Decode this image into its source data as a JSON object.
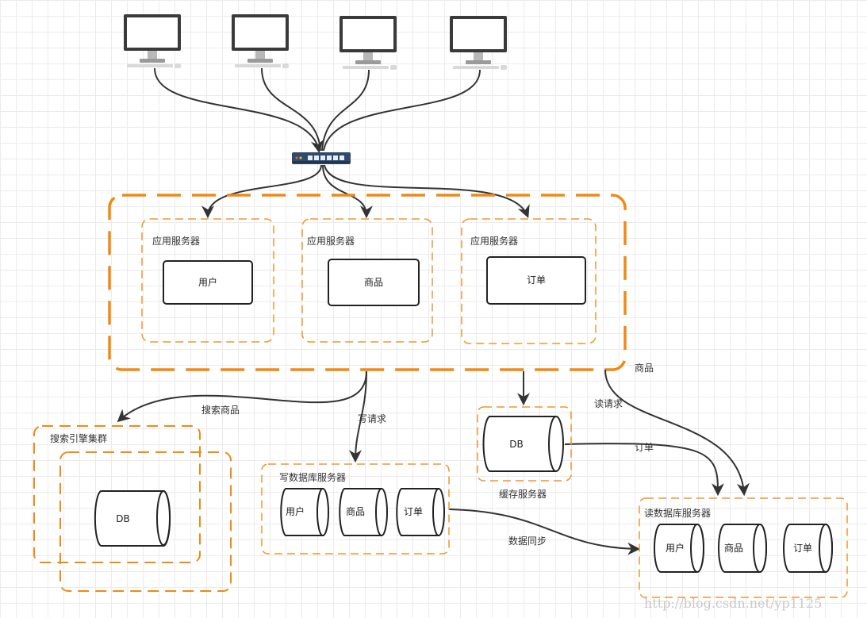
{
  "colors": {
    "orange": "#f0962e",
    "orange_bold": "#ef8a14",
    "edge": "#333333",
    "box_stroke": "#222222",
    "monitor_frame": "#3a3a3a",
    "switch_body": "#2f4a6b"
  },
  "icons": [
    "monitor-icon",
    "monitor-icon",
    "monitor-icon",
    "monitor-icon",
    "network-switch-icon"
  ],
  "app_cluster": {
    "servers": [
      {
        "title": "应用服务器",
        "module": "用户"
      },
      {
        "title": "应用服务器",
        "module": "商品"
      },
      {
        "title": "应用服务器",
        "module": "订单"
      }
    ]
  },
  "search_cluster": {
    "title": "搜索引擎集群",
    "db": "DB"
  },
  "write_db": {
    "title": "写数据库服务器",
    "tables": [
      "用户",
      "商品",
      "订单"
    ]
  },
  "cache": {
    "title": "缓存服务器",
    "db": "DB"
  },
  "read_db": {
    "title": "读数据库服务器",
    "tables": [
      "用户",
      "商品",
      "订单"
    ]
  },
  "edge_labels": {
    "search": "搜索商品",
    "write": "写请求",
    "goods": "商品",
    "read": "读请求",
    "order": "订单",
    "sync": "数据同步"
  },
  "watermark": "http://blog.csdn.net/yp1125"
}
